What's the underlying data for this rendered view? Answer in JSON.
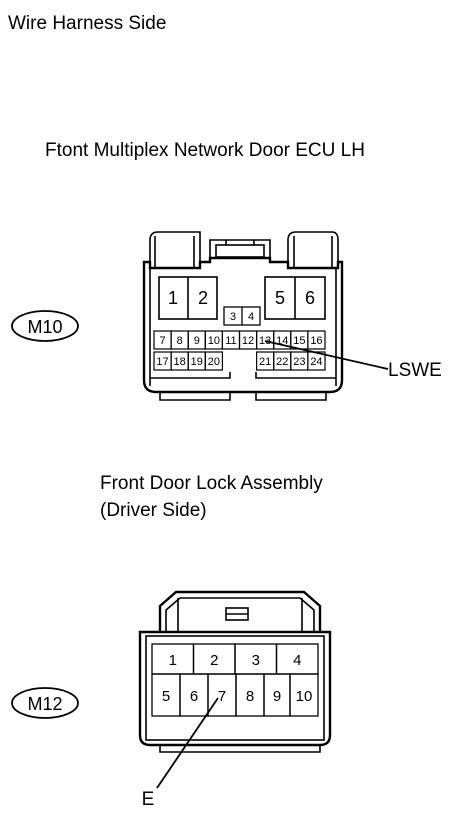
{
  "title": "Wire Harness Side",
  "connector_m10": {
    "name": "Ftont Multiplex Network Door ECU LH",
    "tag": "M10",
    "big_pins": [
      "1",
      "2",
      "5",
      "6"
    ],
    "small_top_pins": [
      "3",
      "4"
    ],
    "row_a_pins": [
      "7",
      "8",
      "9",
      "10",
      "11",
      "12",
      "13",
      "14",
      "15",
      "16"
    ],
    "row_b_pins": [
      "17",
      "18",
      "19",
      "20",
      "21",
      "22",
      "23",
      "24"
    ],
    "callout": "LSWE",
    "callout_pin": "13"
  },
  "connector_m12": {
    "name_line1": "Front Door Lock Assembly",
    "name_line2": "(Driver Side)",
    "tag": "M12",
    "top_pins": [
      "1",
      "2",
      "3",
      "4"
    ],
    "bottom_pins": [
      "5",
      "6",
      "7",
      "8",
      "9",
      "10"
    ],
    "callout": "E",
    "callout_pin": "7"
  }
}
